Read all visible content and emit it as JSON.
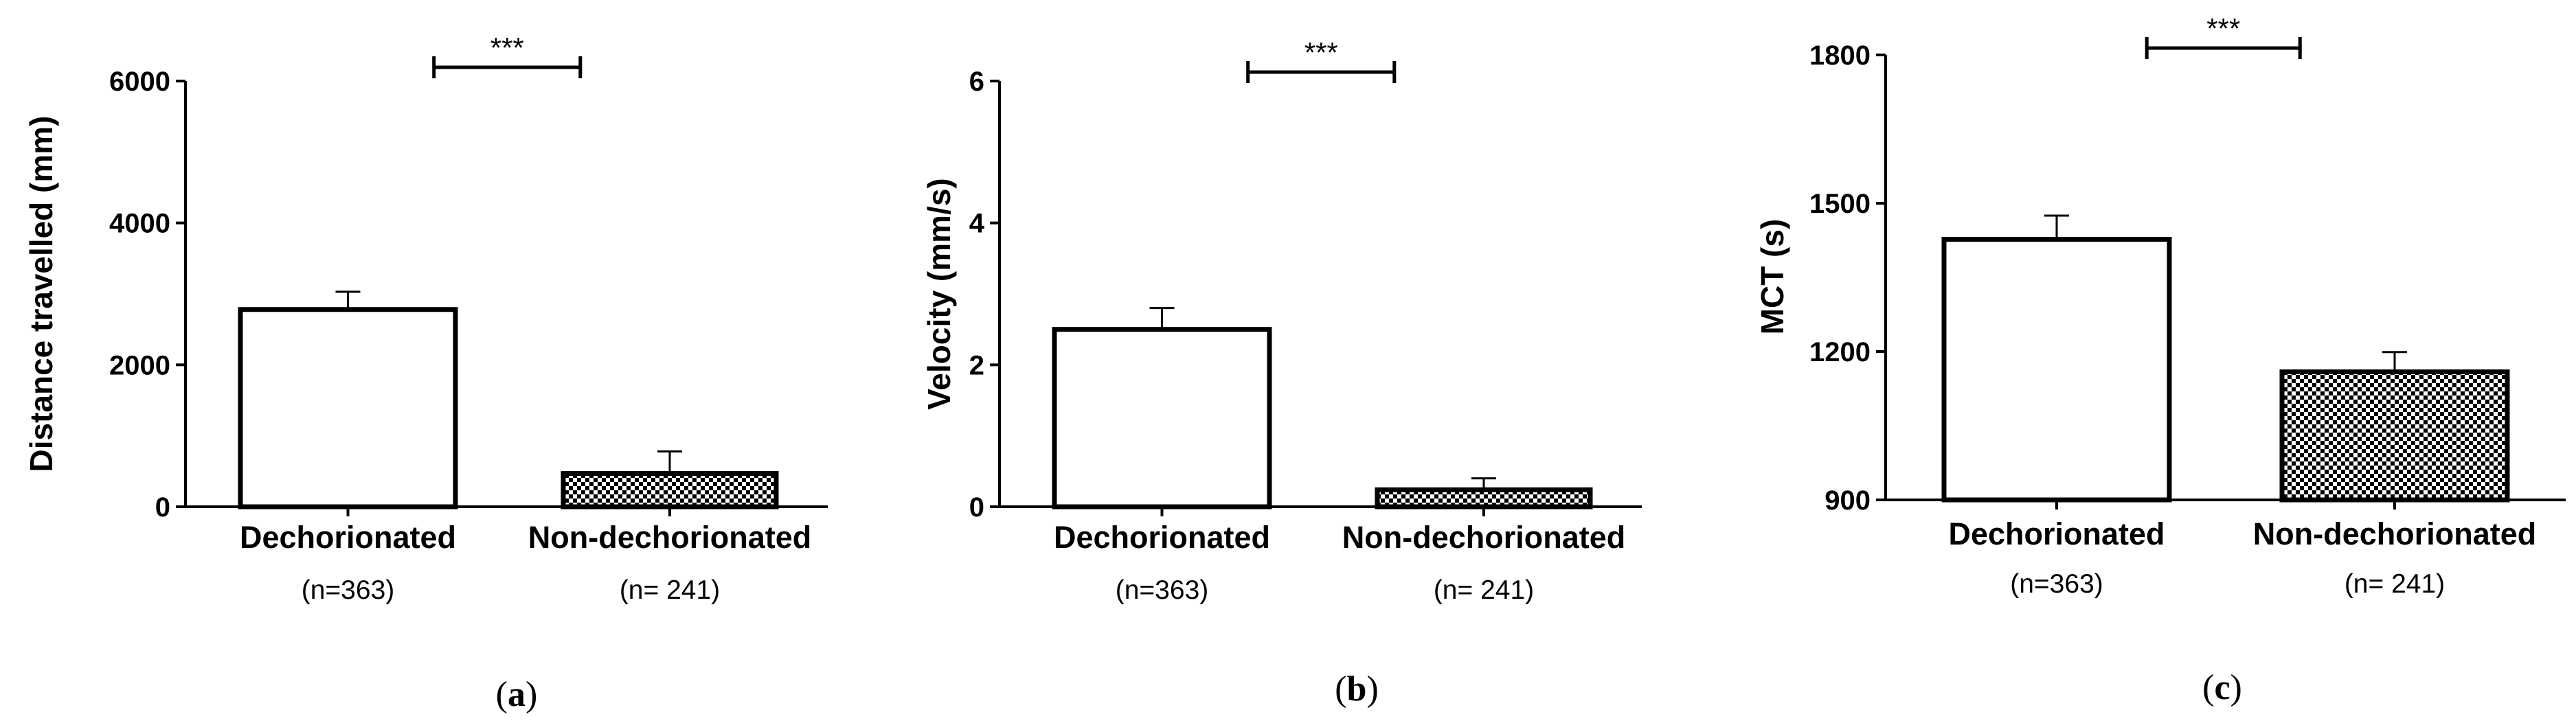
{
  "chart_data": [
    {
      "type": "bar",
      "panel": "a",
      "ylabel": "Distance travelled (mm)",
      "yticks": [
        0,
        2000,
        4000,
        6000
      ],
      "ylim": [
        0,
        6000
      ],
      "categories": [
        "Dechorionated",
        "Non-dechorionated"
      ],
      "sample_sizes": [
        "(n=363)",
        "(n= 241)"
      ],
      "values": [
        2780,
        470
      ],
      "errors": [
        250,
        310
      ],
      "patterns": [
        "open",
        "checkered"
      ],
      "significance": "***"
    },
    {
      "type": "bar",
      "panel": "b",
      "ylabel": "Velocity (mm/s)",
      "yticks": [
        0,
        2,
        4,
        6
      ],
      "ylim": [
        0,
        6
      ],
      "categories": [
        "Dechorionated",
        "Non-dechorionated"
      ],
      "sample_sizes": [
        "(n=363)",
        "(n= 241)"
      ],
      "values": [
        2.5,
        0.24
      ],
      "errors": [
        0.3,
        0.16
      ],
      "patterns": [
        "open",
        "checkered"
      ],
      "significance": "***"
    },
    {
      "type": "bar",
      "panel": "c",
      "ylabel": "MCT (s)",
      "yticks": [
        900,
        1200,
        1500,
        1800
      ],
      "ylim": [
        900,
        1800
      ],
      "categories": [
        "Dechorionated",
        "Non-dechorionated"
      ],
      "sample_sizes": [
        "(n=363)",
        "(n= 241)"
      ],
      "values": [
        1427,
        1159
      ],
      "errors": [
        48,
        40
      ],
      "patterns": [
        "open",
        "checkered"
      ],
      "significance": "***"
    }
  ]
}
